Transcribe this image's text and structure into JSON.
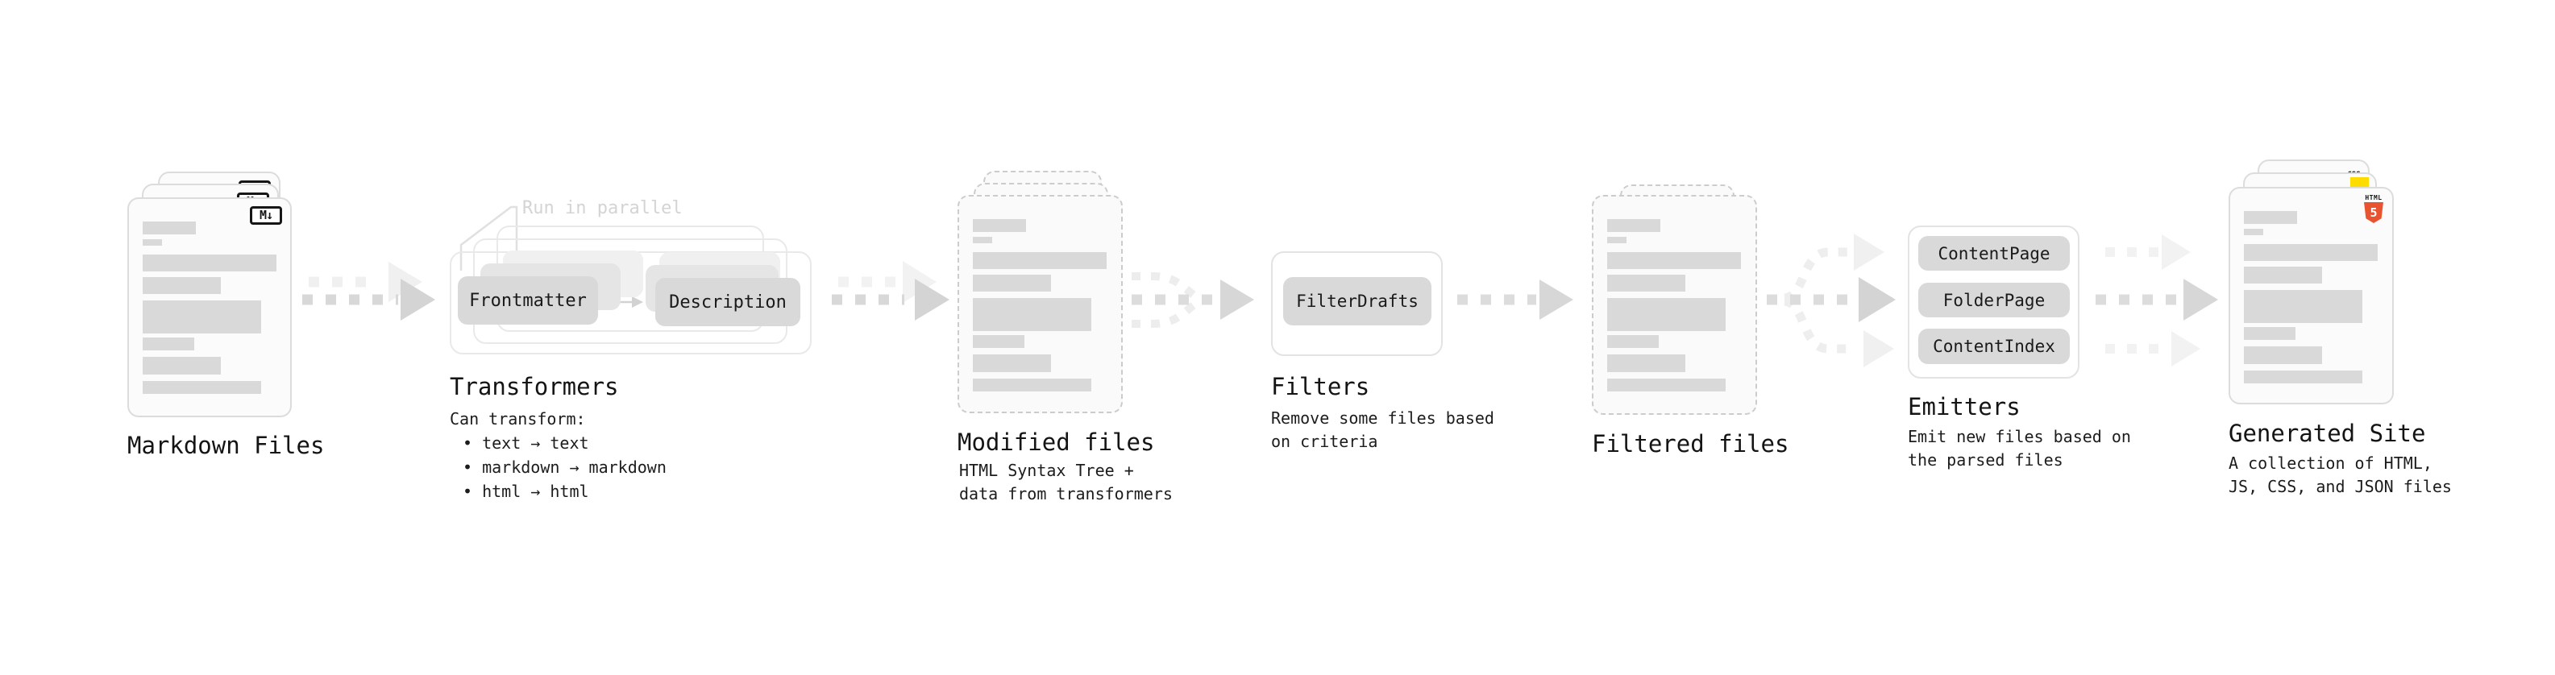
{
  "stages": {
    "markdown": {
      "title": "Markdown Files"
    },
    "transformers": {
      "title": "Transformers",
      "annotation": "Run in parallel",
      "buttons": {
        "frontmatter": "Frontmatter",
        "description": "Description"
      },
      "caption": [
        "Can transform:",
        "• text → text",
        "• markdown → markdown",
        "• html → html"
      ]
    },
    "modified": {
      "title": "Modified files",
      "caption": [
        "HTML Syntax Tree +",
        "data from transformers"
      ]
    },
    "filters": {
      "title": "Filters",
      "buttons": {
        "filter_drafts": "FilterDrafts"
      },
      "caption": [
        "Remove some files based",
        "on criteria"
      ]
    },
    "filtered": {
      "title": "Filtered files"
    },
    "emitters": {
      "title": "Emitters",
      "buttons": {
        "content_page": "ContentPage",
        "folder_page": "FolderPage",
        "content_index": "ContentIndex"
      },
      "caption": [
        "Emit new files based on",
        "the parsed files"
      ]
    },
    "generated": {
      "title": "Generated Site",
      "caption": [
        "A collection of HTML,",
        "JS, CSS, and JSON files"
      ]
    }
  },
  "icons": {
    "markdown_badge": "M↓",
    "html5_label": "HTML",
    "html5_digit": "5",
    "css_label": "CSS",
    "js_icon": "yellow-square",
    "arrow_icons": "dashed-right-arrows"
  },
  "colors": {
    "doc_fill": "#fbfbfb",
    "doc_border": "#dcdcdc",
    "text_line_gray": "#d9d9d9",
    "button_fill": "#d9d9d9",
    "arrow_gray": "#d7d7d7",
    "arrow_faint": "#f0f0f0",
    "annotation_gray": "#d4d4d4",
    "html5_orange": "#e8542f",
    "js_yellow": "#ffdc00",
    "css_blue": "#2e6be5"
  }
}
